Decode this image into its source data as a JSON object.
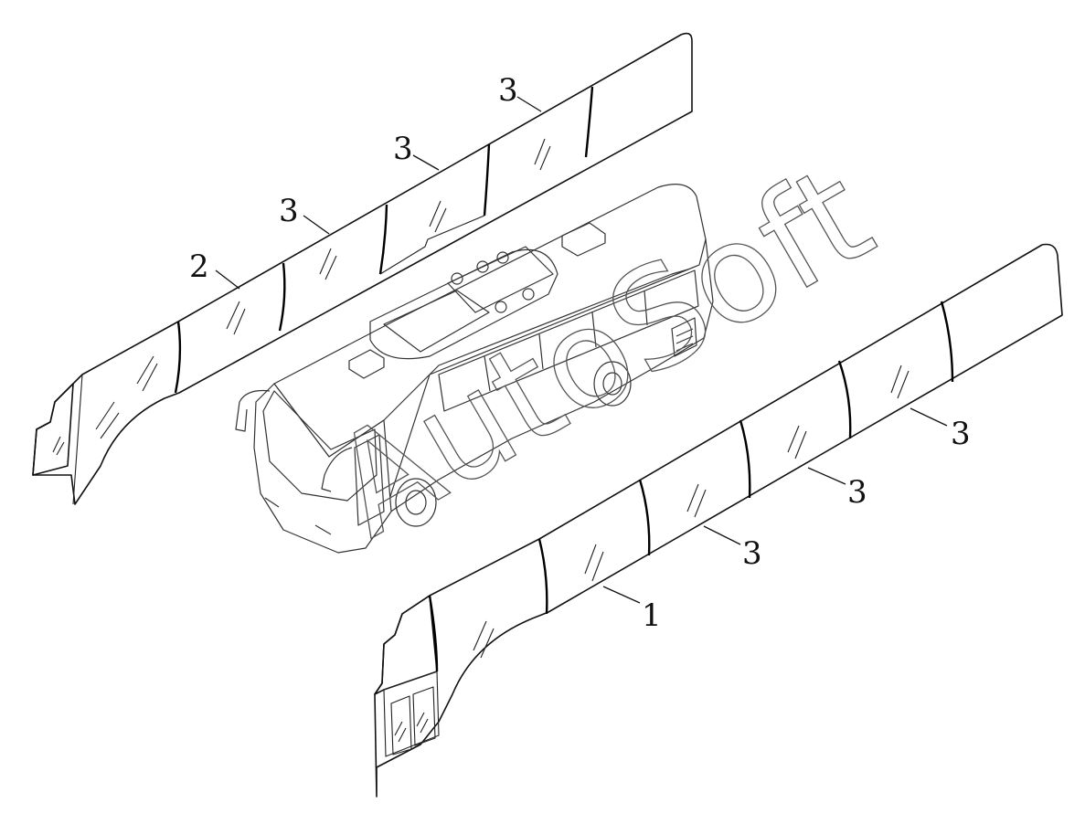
{
  "watermark": "AutoSoft",
  "callouts": [
    {
      "key": "c2",
      "text": "2"
    },
    {
      "key": "c3a",
      "text": "3"
    },
    {
      "key": "c3b",
      "text": "3"
    },
    {
      "key": "c3c",
      "text": "3"
    },
    {
      "key": "c1",
      "text": "1"
    },
    {
      "key": "c3d",
      "text": "3"
    },
    {
      "key": "c3e",
      "text": "3"
    },
    {
      "key": "c3f",
      "text": "3"
    }
  ]
}
